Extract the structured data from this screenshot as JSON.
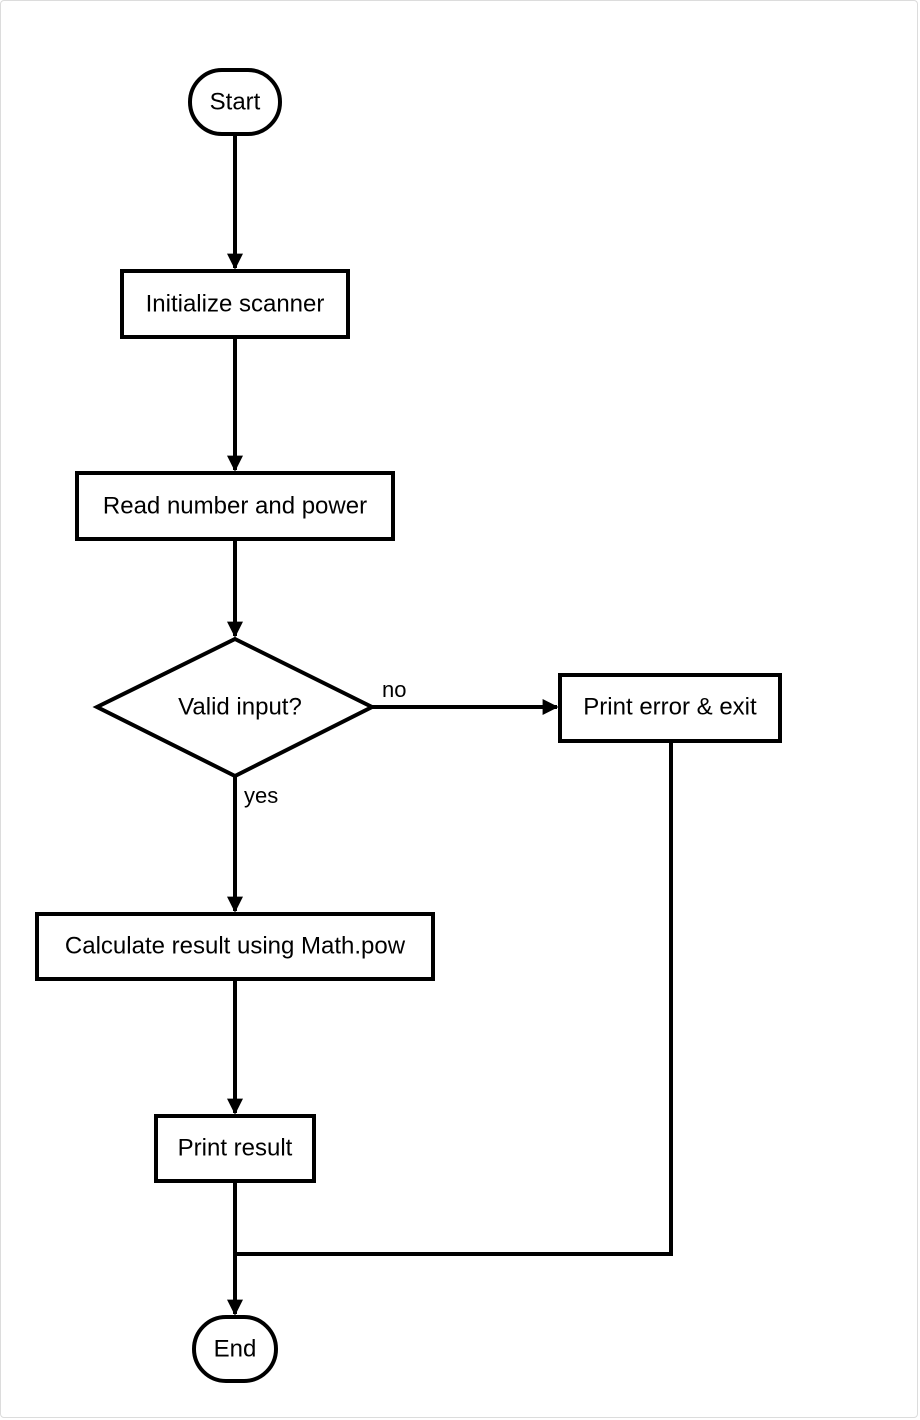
{
  "flowchart": {
    "nodes": {
      "start": "Start",
      "init": "Initialize scanner",
      "read": "Read number and power",
      "valid": "Valid input?",
      "error": "Print error & exit",
      "calc": "Calculate result using Math.pow",
      "print": "Print result",
      "end": "End"
    },
    "edge_labels": {
      "no": "no",
      "yes": "yes"
    }
  }
}
